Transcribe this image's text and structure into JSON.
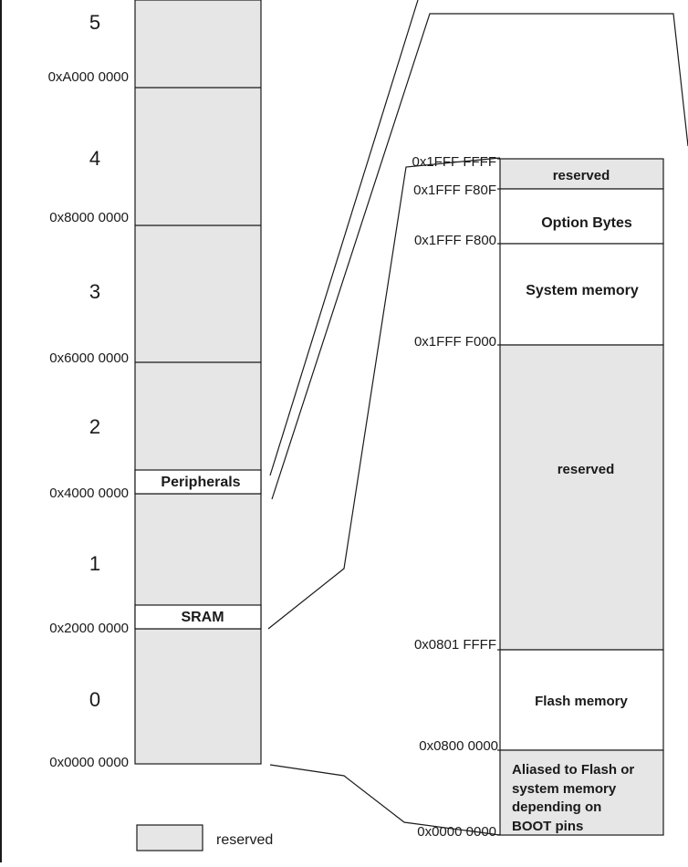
{
  "colors": {
    "reserved_fill": "#e6e6e6",
    "line": "#1a1a1a",
    "background": "#ffffff"
  },
  "left_map": {
    "regions": [
      {
        "label": "5",
        "fill": "reserved"
      },
      {
        "label": "4",
        "fill": "reserved"
      },
      {
        "label": "3",
        "fill": "reserved"
      },
      {
        "label": "2",
        "fill": "reserved"
      },
      {
        "label": "1",
        "fill": "reserved"
      },
      {
        "label": "0",
        "fill": "reserved"
      }
    ],
    "addresses": [
      "0xA000 0000",
      "0x8000 0000",
      "0x6000 0000",
      "0x4000 0000",
      "0x2000 0000",
      "0x0000 0000"
    ],
    "blocks": [
      {
        "label": "Peripherals"
      },
      {
        "label": "SRAM"
      }
    ]
  },
  "right_map": {
    "sections": [
      {
        "label": "reserved",
        "fill": "reserved"
      },
      {
        "label": "Option Bytes",
        "fill": "white"
      },
      {
        "label": "System memory",
        "fill": "white"
      },
      {
        "label": "reserved",
        "fill": "reserved"
      },
      {
        "label": "Flash memory",
        "fill": "white"
      },
      {
        "label": "Aliased to Flash or system memory depending on BOOT pins",
        "lines": [
          "Aliased to Flash or",
          "system memory",
          "depending on",
          "BOOT pins"
        ],
        "fill": "reserved"
      }
    ],
    "addresses": [
      "0x1FFF FFFF",
      "0x1FFF F80F",
      "0x1FFF F800",
      "0x1FFF F000",
      "0x0801 FFFF",
      "0x0800 0000",
      "0x0000 0000"
    ]
  },
  "legend": {
    "label": "reserved"
  }
}
